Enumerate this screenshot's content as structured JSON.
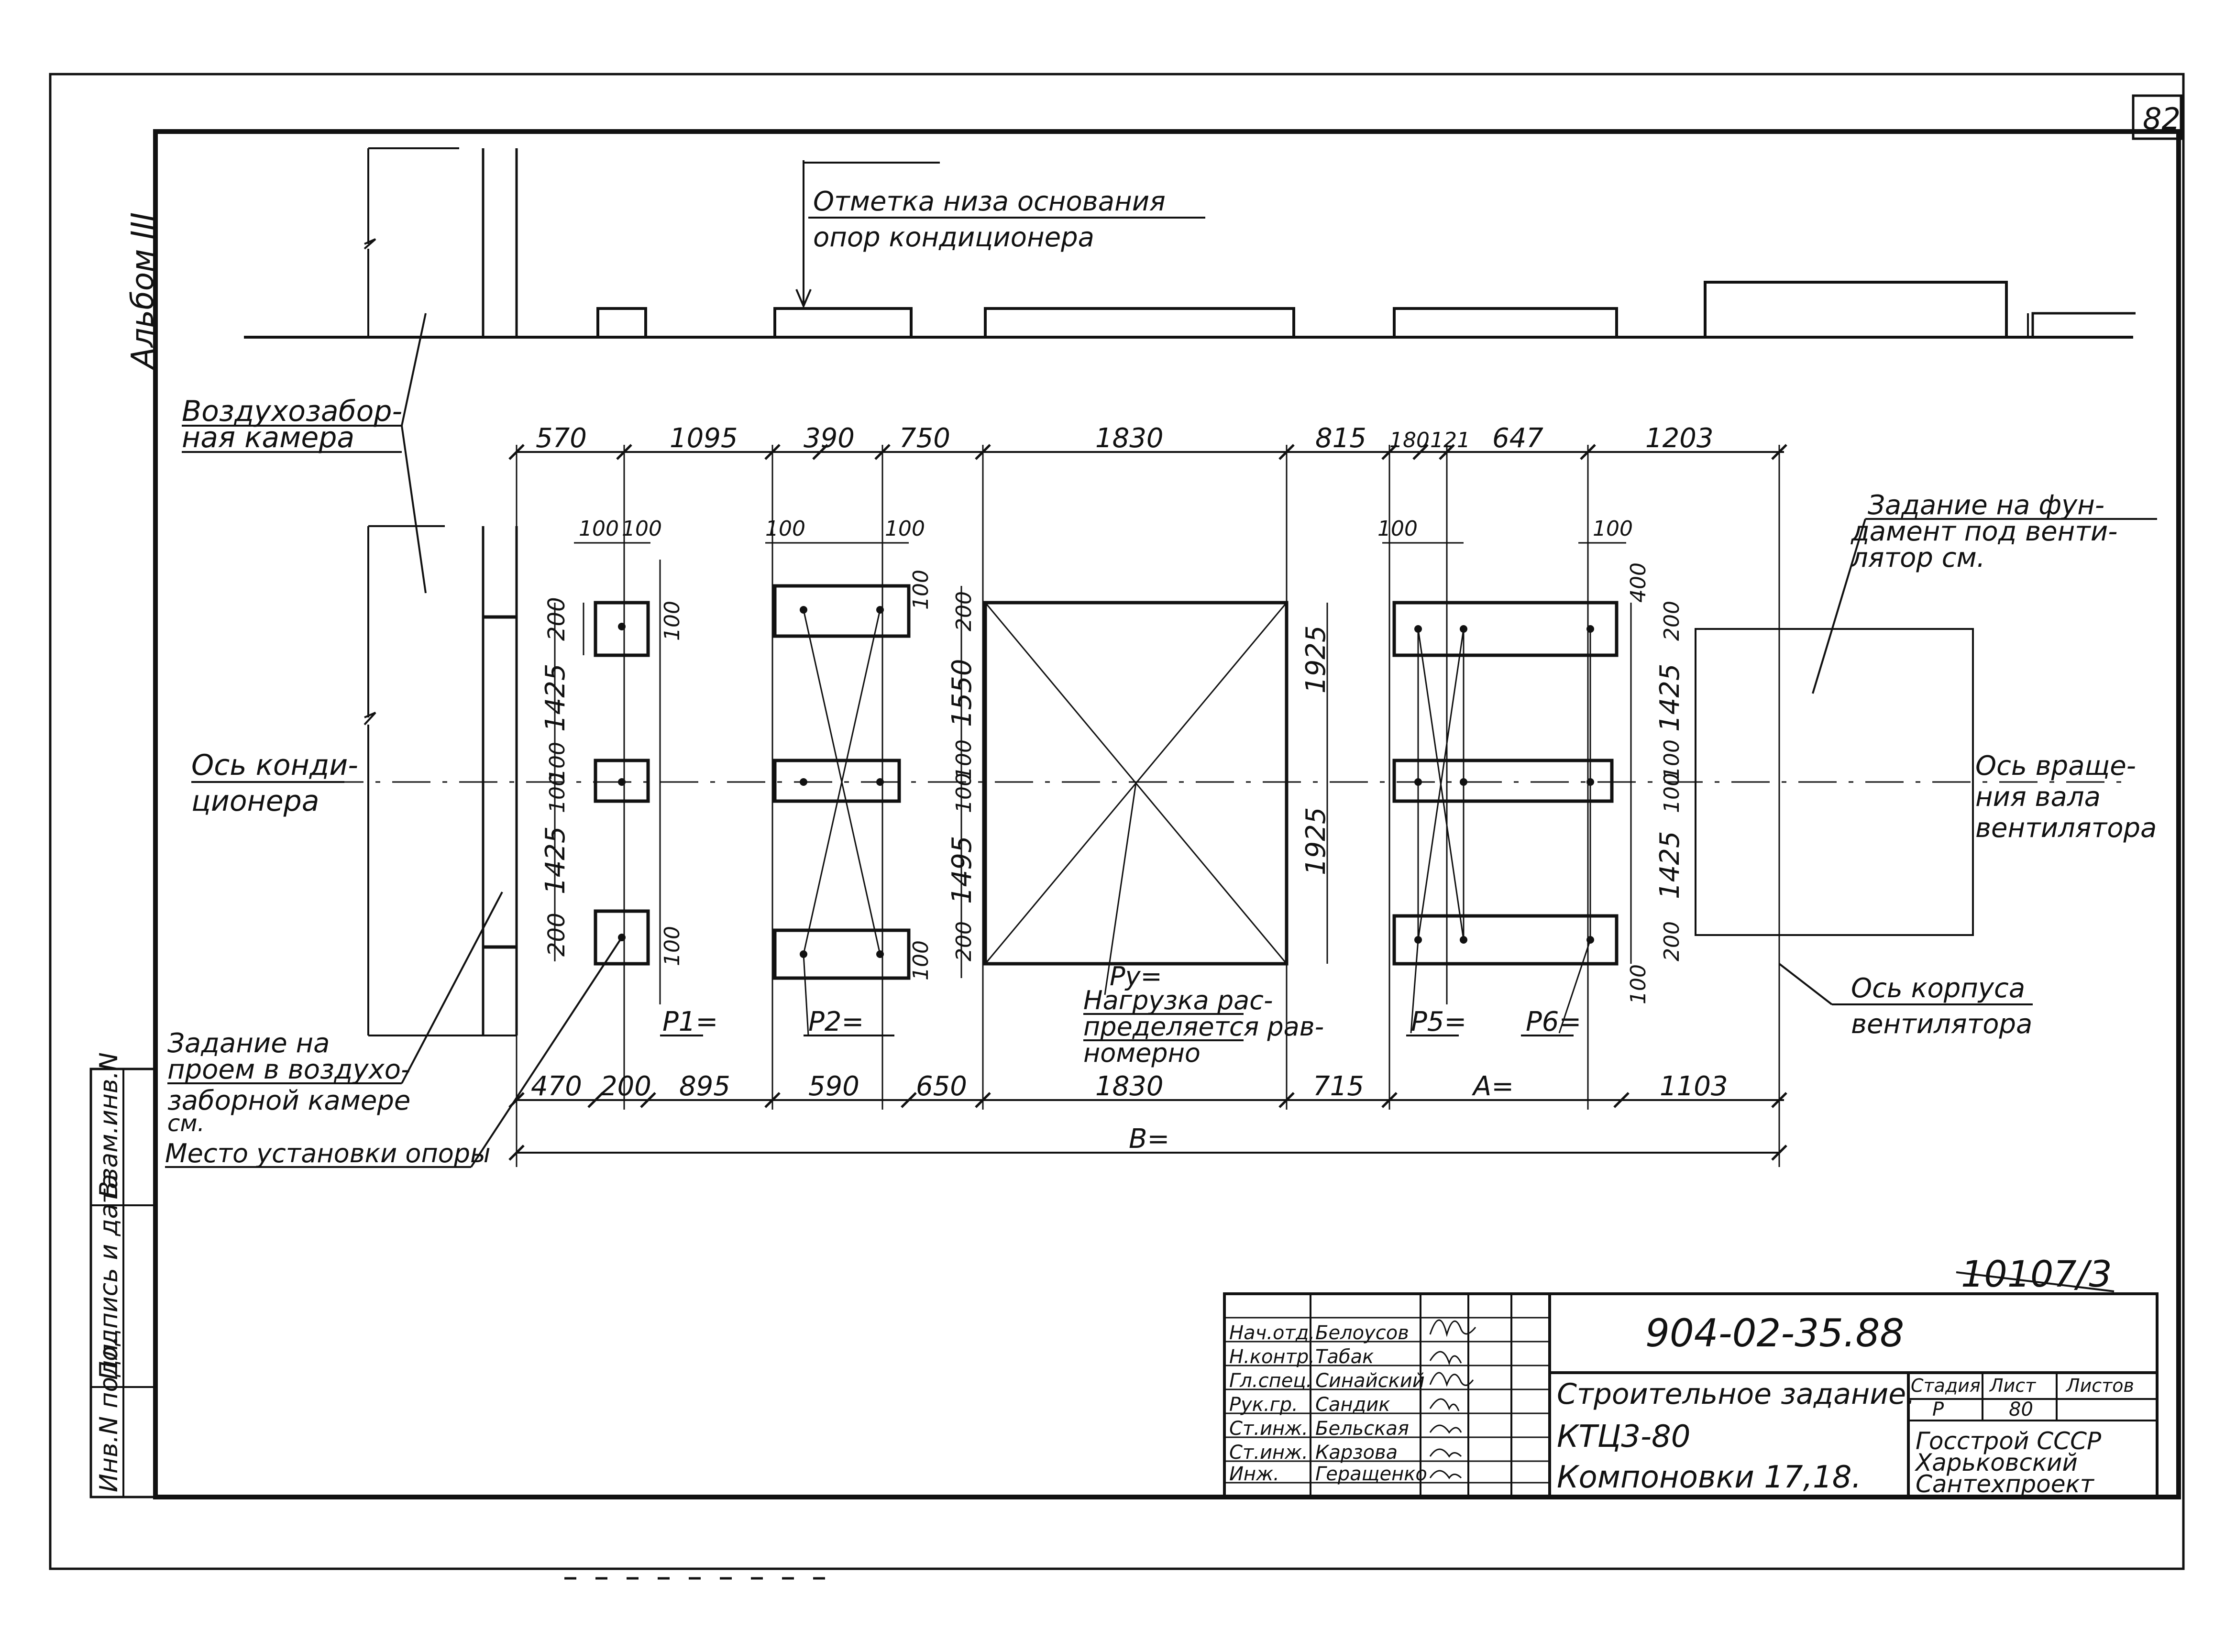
{
  "sheet_number": "82",
  "album_label": "Альбом III",
  "bottom_level_note": [
    "Отметка низа основания",
    "опор кондиционера"
  ],
  "callouts": {
    "air_intake": [
      "Воздухозабор-",
      "ная камера"
    ],
    "conditioner_axis": [
      "Ось конди-",
      "ционера"
    ],
    "fan_foundation": [
      "Задание на фун-",
      "дамент под венти-",
      "лятор см."
    ],
    "fan_shaft_axis": [
      "Ось враще-",
      "ния вала",
      "вентилятора"
    ],
    "fan_casing_axis": [
      "Ось корпуса",
      "вентилятора"
    ],
    "opening_task": [
      "Задание на",
      "проем в воздухо-",
      "заборной камере",
      "см."
    ],
    "support_place": "Место установки опоры",
    "load_note": [
      "Py=",
      "Нагрузка рас-",
      "пределяется рав-",
      "номерно"
    ],
    "loads": [
      "P1=",
      "P2=",
      "P5=",
      "P6="
    ]
  },
  "dims": {
    "top": [
      "570",
      "1095",
      "390",
      "750",
      "1830",
      "815",
      "180",
      "121",
      "647",
      "1203"
    ],
    "bottom": [
      "470",
      "200",
      "895",
      "590",
      "650",
      "1830",
      "715",
      "A=",
      "1103"
    ],
    "overall": "B=",
    "gap100": "100",
    "v_support": [
      "200",
      "1425",
      "100",
      "100",
      "1425",
      "200",
      "100",
      "100"
    ],
    "v_mid": [
      "100",
      "200",
      "1550",
      "100",
      "100",
      "1495",
      "200",
      "100"
    ],
    "v_big": [
      "1925",
      "1925"
    ],
    "v_right": [
      "400",
      "200",
      "1425",
      "100",
      "100",
      "1425",
      "200",
      "100"
    ]
  },
  "side_stamps": [
    "Взам.инв.N",
    "Подпись и дата",
    "Инв.N подл."
  ],
  "title_block": {
    "doc_code": "904-02-35.88",
    "archive_no": "10107/3",
    "roles": [
      "Нач.отд.",
      "Н.контр.",
      "Гл.спец.",
      "Рук.гр.",
      "Ст.инж.",
      "Ст.инж.",
      "Инж."
    ],
    "names": [
      "Белоусов",
      "Табак",
      "Синайский",
      "Сандик",
      "Бельская",
      "Карзова",
      "Геращенко"
    ],
    "title_lines": [
      "Строительное задание.",
      "КТЦ3-80",
      "Компоновки 17,18."
    ],
    "stage_header": "Стадия",
    "sheet_header": "Лист",
    "sheets_header": "Листов",
    "stage": "Р",
    "sheet": "80",
    "org_lines": [
      "Госстрой СССР",
      "Харьковский",
      "Сантехпроект"
    ]
  }
}
